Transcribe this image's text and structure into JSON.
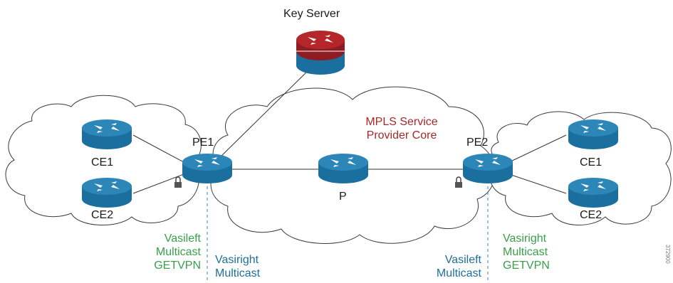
{
  "labels": {
    "key_server": "Key Server",
    "core_line1": "MPLS Service",
    "core_line2": "Provider Core",
    "pe1": "PE1",
    "pe2": "PE2",
    "p": "P",
    "left_ce1": "CE1",
    "left_ce2": "CE2",
    "right_ce1": "CE1",
    "right_ce2": "CE2"
  },
  "annotations": {
    "pe1_left": [
      "Vasileft",
      "Multicast",
      "GETVPN"
    ],
    "pe1_right": [
      "Vasiright",
      "Multicast"
    ],
    "pe2_left": [
      "Vasileft",
      "Multicast"
    ],
    "pe2_right": [
      "Vasiright",
      "Multicast",
      "GETVPN"
    ]
  },
  "figure_id": "372900",
  "colors": {
    "router_blue": "#1b6f9f",
    "router_top": "#2d86b8",
    "key_server_red": "#b5262b",
    "core_text": "#a52a2a",
    "green_text": "#3a9e4a",
    "blue_text": "#1f6f9a",
    "cloud_stroke": "#3a3a3a"
  },
  "icons": [
    "router-icon",
    "lock-icon",
    "cloud-shape",
    "key-server-icon"
  ]
}
